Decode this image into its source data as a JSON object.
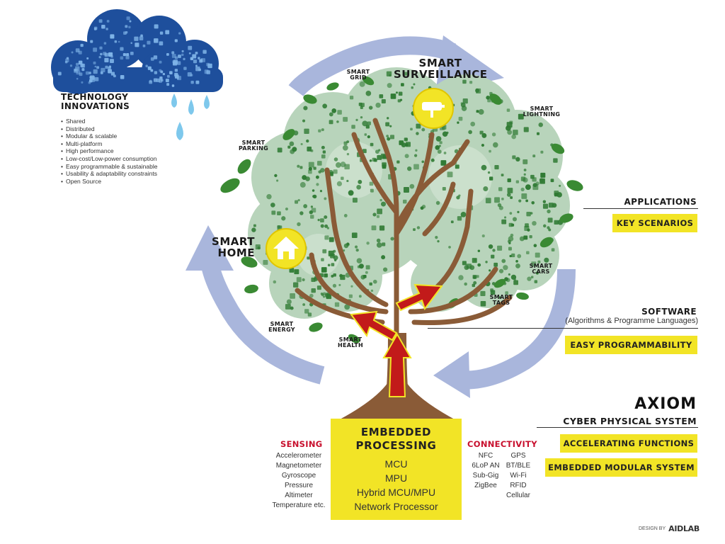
{
  "technology_innovations": {
    "title_line1": "TECHNOLOGY",
    "title_line2": "INNOVATIONS",
    "items": [
      "Shared",
      "Distributed",
      "Modular & scalable",
      "Multi-platform",
      "High performance",
      "Low-cost/Low-power consumption",
      "Easy programmable & sustainable",
      "Usability & adaptability constraints",
      "Open Source"
    ]
  },
  "scenarios": {
    "smart_grid": [
      "SMART",
      "GRID"
    ],
    "smart_surveillance": [
      "SMART",
      "SURVEILLANCE"
    ],
    "smart_lightning": [
      "SMART",
      "LIGHTNING"
    ],
    "smart_parking": [
      "SMART",
      "PARKING"
    ],
    "smart_home": [
      "SMART",
      "HOME"
    ],
    "smart_cars": [
      "SMART",
      "CARS"
    ],
    "smart_tags": [
      "SMART",
      "TAGS"
    ],
    "smart_energy": [
      "SMART",
      "ENERGY"
    ],
    "smart_health": [
      "SMART",
      "HEALTH"
    ]
  },
  "right_panel": {
    "applications": "APPLICATIONS",
    "key_scenarios": "KEY SCENARIOS",
    "software": "SOFTWARE",
    "software_sub": "(Algorithms & Programme Languages)",
    "easy_programmability": "EASY PROGRAMMABILITY",
    "axiom": "AXIOM",
    "cps": "CYBER PHYSICAL SYSTEM",
    "accelerating_functions": "ACCELERATING FUNCTIONS",
    "embedded_modular_system": "EMBEDDED MODULAR SYSTEM"
  },
  "embedded": {
    "title_line1": "EMBEDDED",
    "title_line2": "PROCESSING",
    "items": [
      "MCU",
      "MPU",
      "Hybrid MCU/MPU",
      "Network Processor"
    ]
  },
  "sensing": {
    "title": "SENSING",
    "items": [
      "Accelerometer",
      "Magnetometer",
      "Gyroscope",
      "Pressure",
      "Altimeter",
      "Temperature etc."
    ]
  },
  "connectivity": {
    "title": "CONNECTIVITY",
    "col1": [
      "NFC",
      "6LoP AN",
      "Sub-Gig",
      "ZigBee"
    ],
    "col2": [
      "GPS",
      "BT/BLE",
      "Wi-Fi",
      "RFID",
      "Cellular"
    ]
  },
  "credit": {
    "design_by": "DESIGN BY",
    "logo_text": "AIDLAB"
  },
  "colors": {
    "yellow": "#f2e426",
    "canopy": "#b9d4bc",
    "leaf": "#3e8a35",
    "trunk": "#8a5a35",
    "arrow": "#9daed6",
    "red_arrow": "#c21a1a",
    "cloud": "#1e4f9c",
    "rain": "#7fc8ea"
  }
}
